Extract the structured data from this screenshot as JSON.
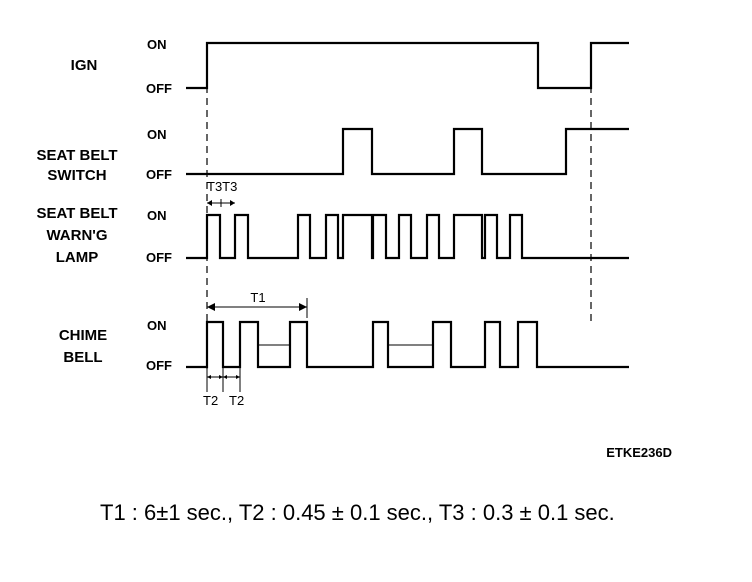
{
  "signals": [
    {
      "id": "ign",
      "name_lines": [
        "IGN"
      ],
      "on": "ON",
      "off": "OFF"
    },
    {
      "id": "seat-belt-switch",
      "name_lines": [
        "SEAT BELT",
        "SWITCH"
      ],
      "on": "ON",
      "off": "OFF"
    },
    {
      "id": "seat-belt-warning-lamp",
      "name_lines": [
        "SEAT BELT",
        "WARN'G",
        "LAMP"
      ],
      "on": "ON",
      "off": "OFF"
    },
    {
      "id": "chime-bell",
      "name_lines": [
        "CHIME",
        "BELL"
      ],
      "on": "ON",
      "off": "OFF"
    }
  ],
  "timing_labels": {
    "t1": "T1",
    "t2a": "T2",
    "t2b": "T2",
    "t3": "T3T3"
  },
  "figure_code": "ETKE236D",
  "caption": "T1 : 6±1 sec., T2 : 0.45 ± 0.1 sec., T3 : 0.3 ± 0.1 sec."
}
